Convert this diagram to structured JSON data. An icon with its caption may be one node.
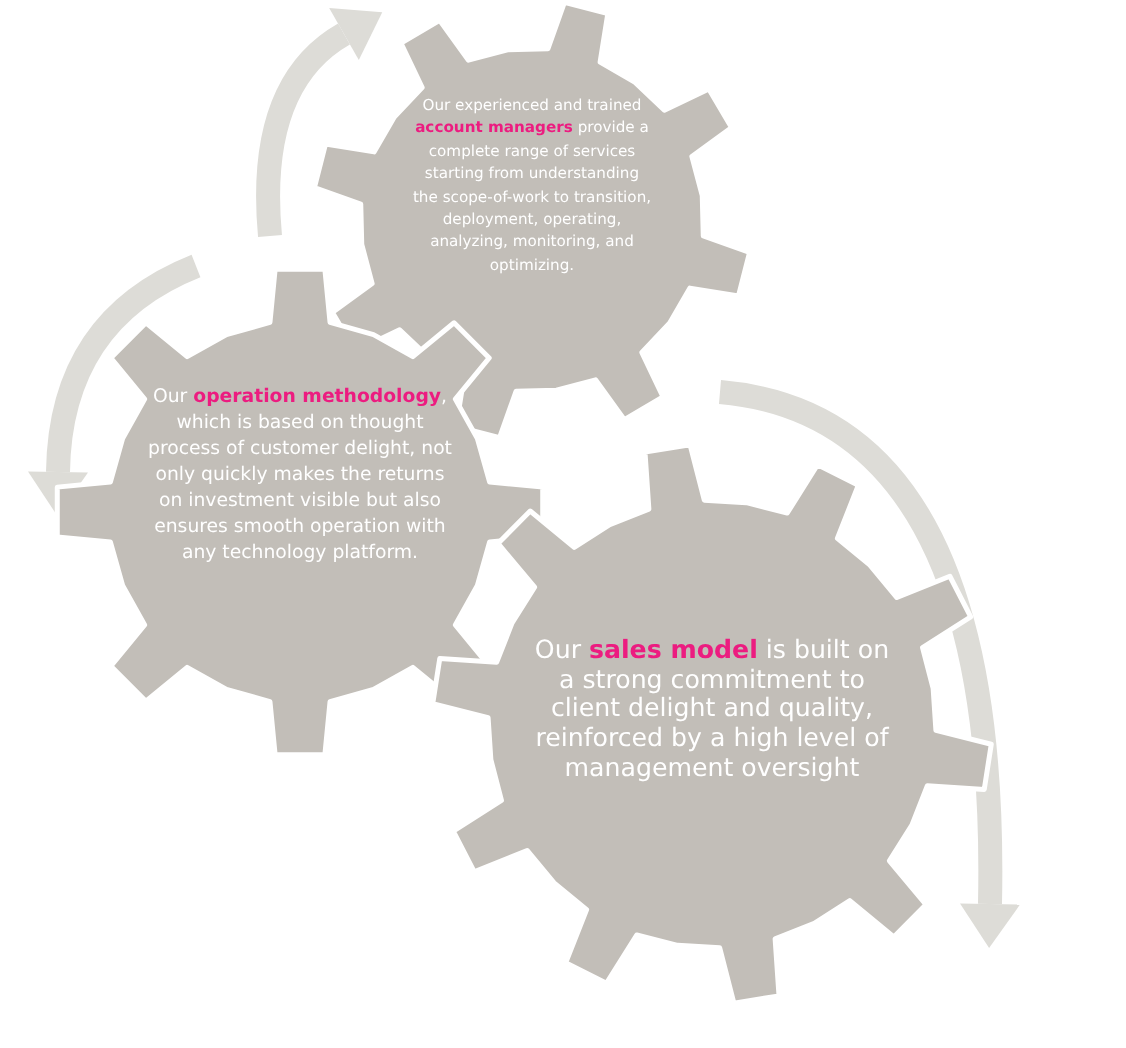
{
  "diagram": {
    "nodes": [
      {
        "text": [
          "Our experienced and trained **account managers** provide a complete range of services starting from understanding the scope-of-work to transition, deployment, operating, analyzing, monitoring, and optimizing."
        ]
      },
      {
        "text": [
          "Our **operation methodology**, which is based on thought process of customer delight, not only quickly makes the returns on investment visible but also ensures smooth operation with any technology platform."
        ]
      },
      {
        "text": [
          "Our **sales model** is built on a strong commitment to client delight and quality, reinforced by a high level of management oversight"
        ]
      }
    ],
    "edges": []
  }
}
